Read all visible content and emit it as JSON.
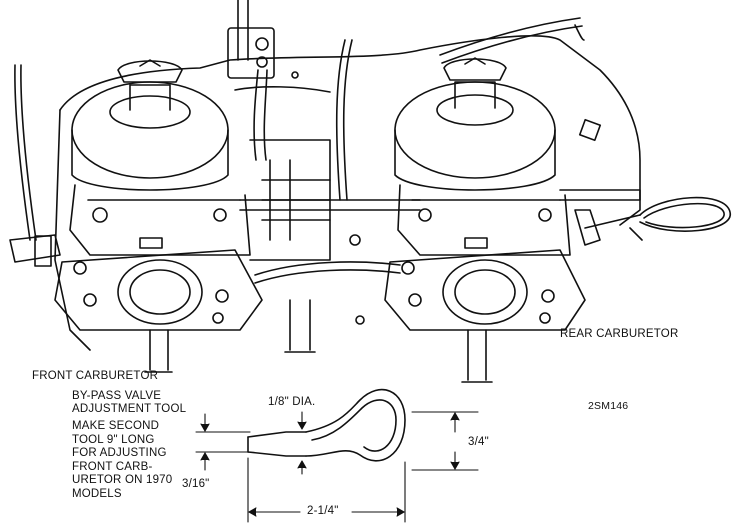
{
  "labels": {
    "front_carburetor": "FRONT CARBURETOR",
    "rear_carburetor": "REAR CARBURETOR",
    "tool_title": [
      "BY-PASS VALVE",
      "ADJUSTMENT TOOL"
    ],
    "tool_note": [
      "MAKE SECOND",
      "TOOL 9\" LONG",
      "FOR ADJUSTING",
      "FRONT CARB-",
      "URETOR ON 1970",
      "MODELS"
    ],
    "figure_code": "2SM146"
  },
  "dimensions": {
    "wire_dia": "1/8\" DIA.",
    "height": "3/4\"",
    "tip": "3/16\"",
    "length": "2-1/4\""
  }
}
